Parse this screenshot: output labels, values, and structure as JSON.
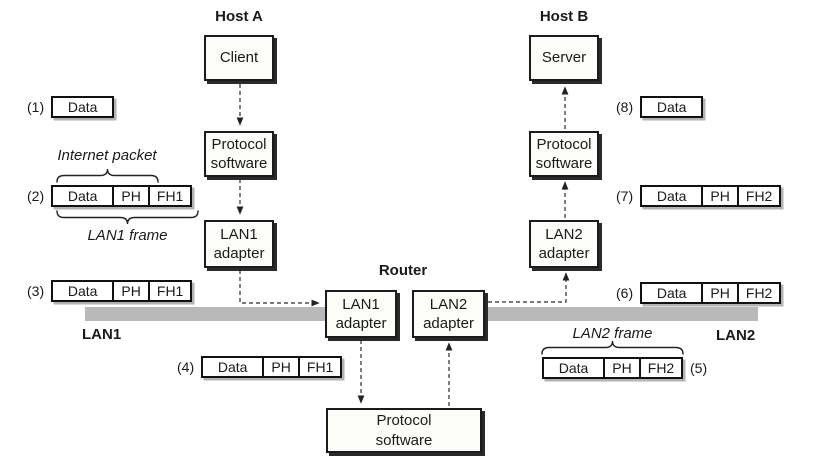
{
  "colors": {
    "bar": "#b9b9b9",
    "ink": "#1a1a1a",
    "box_fill": "#fcfcf9",
    "shadow": "#2a2a2a",
    "frame_shadow": "#b3b3b3"
  },
  "labels": {
    "host_a": "Host A",
    "host_b": "Host B",
    "router": "Router",
    "lan1": "LAN1",
    "lan2": "LAN2",
    "internet_packet": "Internet packet",
    "lan1_frame": "LAN1 frame",
    "lan2_frame": "LAN2 frame"
  },
  "nodes": {
    "client": "Client",
    "server": "Server",
    "host_a_protocol": "Protocol\nsoftware",
    "host_b_protocol": "Protocol\nsoftware",
    "host_a_adapter": "LAN1\nadapter",
    "host_b_adapter": "LAN2\nadapter",
    "router_lan1_adapter": "LAN1\nadapter",
    "router_lan2_adapter": "LAN2\nadapter",
    "router_protocol": "Protocol\nsoftware"
  },
  "frames": [
    {
      "num": "(1)",
      "cells": [
        "Data"
      ]
    },
    {
      "num": "(2)",
      "cells": [
        "Data",
        "PH",
        "FH1"
      ]
    },
    {
      "num": "(3)",
      "cells": [
        "Data",
        "PH",
        "FH1"
      ]
    },
    {
      "num": "(4)",
      "cells": [
        "Data",
        "PH",
        "FH1"
      ]
    },
    {
      "num": "(5)",
      "cells": [
        "Data",
        "PH",
        "FH2"
      ]
    },
    {
      "num": "(6)",
      "cells": [
        "Data",
        "PH",
        "FH2"
      ]
    },
    {
      "num": "(7)",
      "cells": [
        "Data",
        "PH",
        "FH2"
      ]
    },
    {
      "num": "(8)",
      "cells": [
        "Data"
      ]
    }
  ]
}
